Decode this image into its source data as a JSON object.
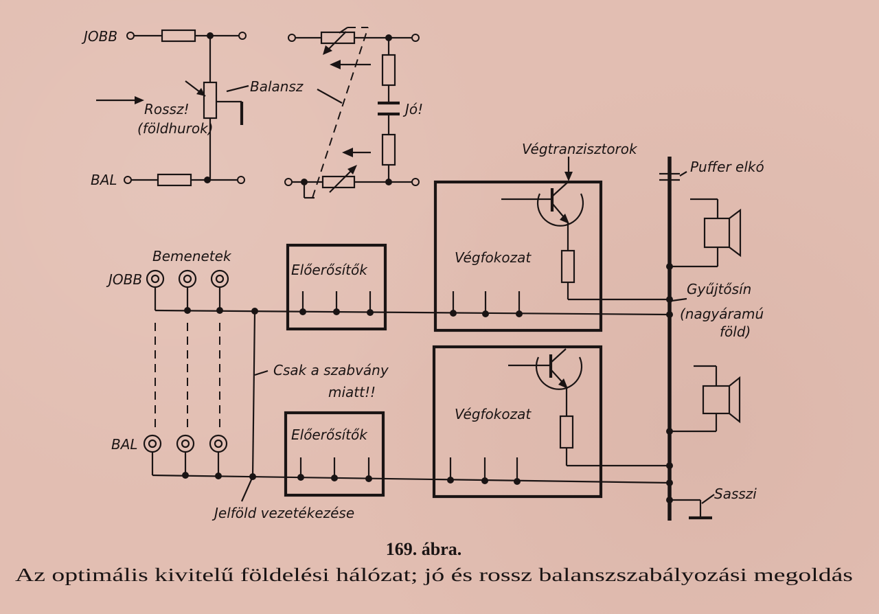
{
  "labels": {
    "jobb_top": "JOBB",
    "bal_top": "BAL",
    "balansz": "Balansz",
    "rossz": "Rossz!",
    "foldhurok": "(földhurok)",
    "jo": "Jó!",
    "vegtranzisztorok": "Végtranzisztorok",
    "puffer_elko": "Puffer elkó",
    "bemenetek": "Bemenetek",
    "jobb_in": "JOBB",
    "bal_in": "BAL",
    "eloerositok_1": "Előerősítők",
    "eloerositok_2": "Előerősítők",
    "vegfokozat_1": "Végfokozat",
    "vegfokozat_2": "Végfokozat",
    "gyujtosin_1": "Gyűjtősín",
    "gyujtosin_2": "(nagyáramú",
    "gyujtosin_3": "föld)",
    "csak_1": "Csak a szabvány",
    "csak_2": "miatt!!",
    "jelfold": "Jelföld vezetékezése",
    "sasszi": "Sasszi"
  },
  "caption": {
    "number": "169. ábra.",
    "text": "Az optimális kivitelű földelési hálózat; jó és rossz balanszszabályozási megoldás"
  }
}
